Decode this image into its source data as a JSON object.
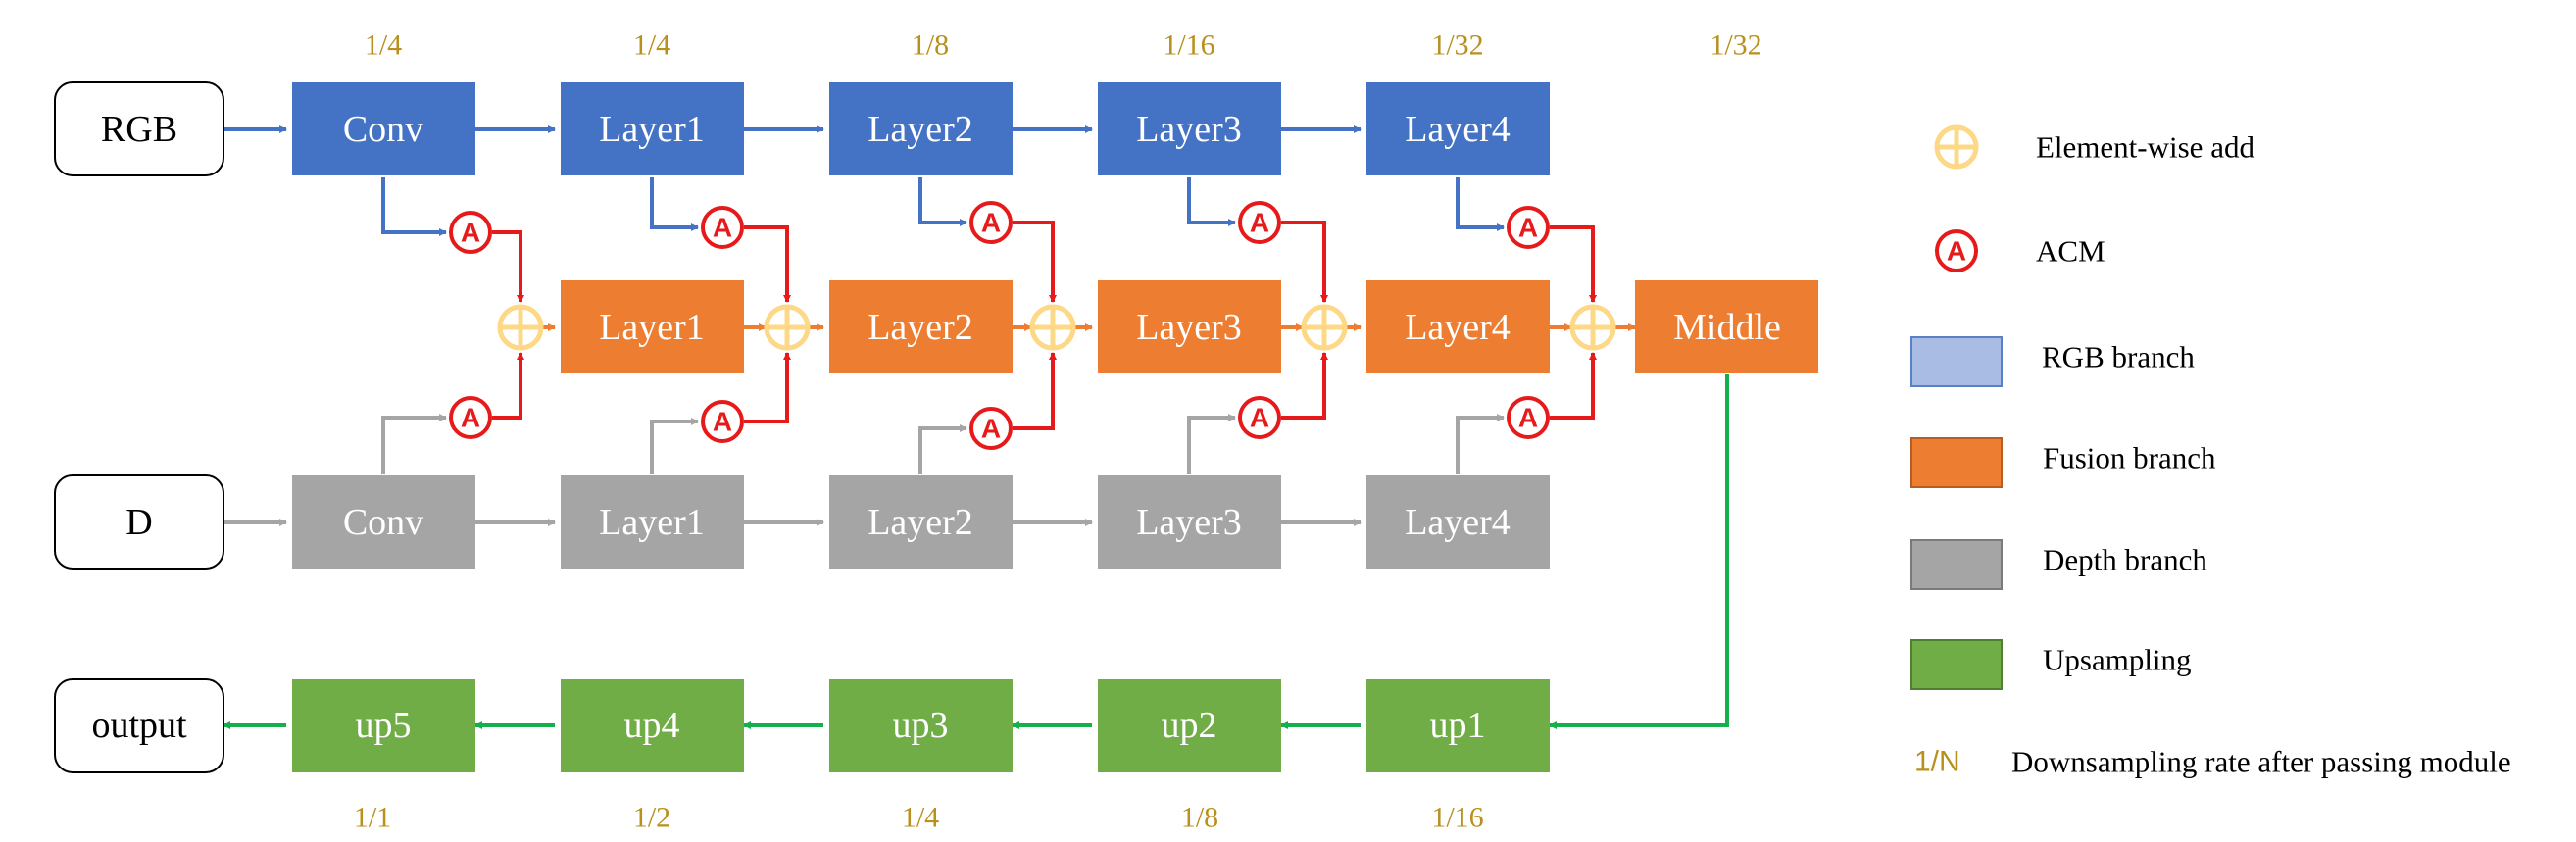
{
  "colors": {
    "rgb": "#4472c4",
    "fusion": "#ed7d31",
    "depth": "#a5a5a5",
    "up": "#70ad47",
    "acm": "#e61a1a",
    "add": "#fdd886",
    "rate": "#b8901e",
    "green_line": "#14b04c"
  },
  "inputs": {
    "rgb": "RGB",
    "depth": "D",
    "output": "output"
  },
  "rgb_branch": [
    "Conv",
    "Layer1",
    "Layer2",
    "Layer3",
    "Layer4"
  ],
  "fusion_branch": [
    "Layer1",
    "Layer2",
    "Layer3",
    "Layer4",
    "Middle"
  ],
  "depth_branch": [
    "Conv",
    "Layer1",
    "Layer2",
    "Layer3",
    "Layer4"
  ],
  "up_branch": [
    "up5",
    "up4",
    "up3",
    "up2",
    "up1"
  ],
  "top_rates": [
    "1/4",
    "1/4",
    "1/8",
    "1/16",
    "1/32",
    "1/32"
  ],
  "bottom_rates": [
    "1/1",
    "1/2",
    "1/4",
    "1/8",
    "1/16"
  ],
  "acm_symbol": "A",
  "legend": {
    "add": "Element-wise add",
    "acm": "ACM",
    "rgb": "RGB branch",
    "fusion": "Fusion branch",
    "depth": "Depth branch",
    "up": "Upsampling",
    "rate_symbol": "1/N",
    "rate": "Downsampling rate after passing module"
  }
}
